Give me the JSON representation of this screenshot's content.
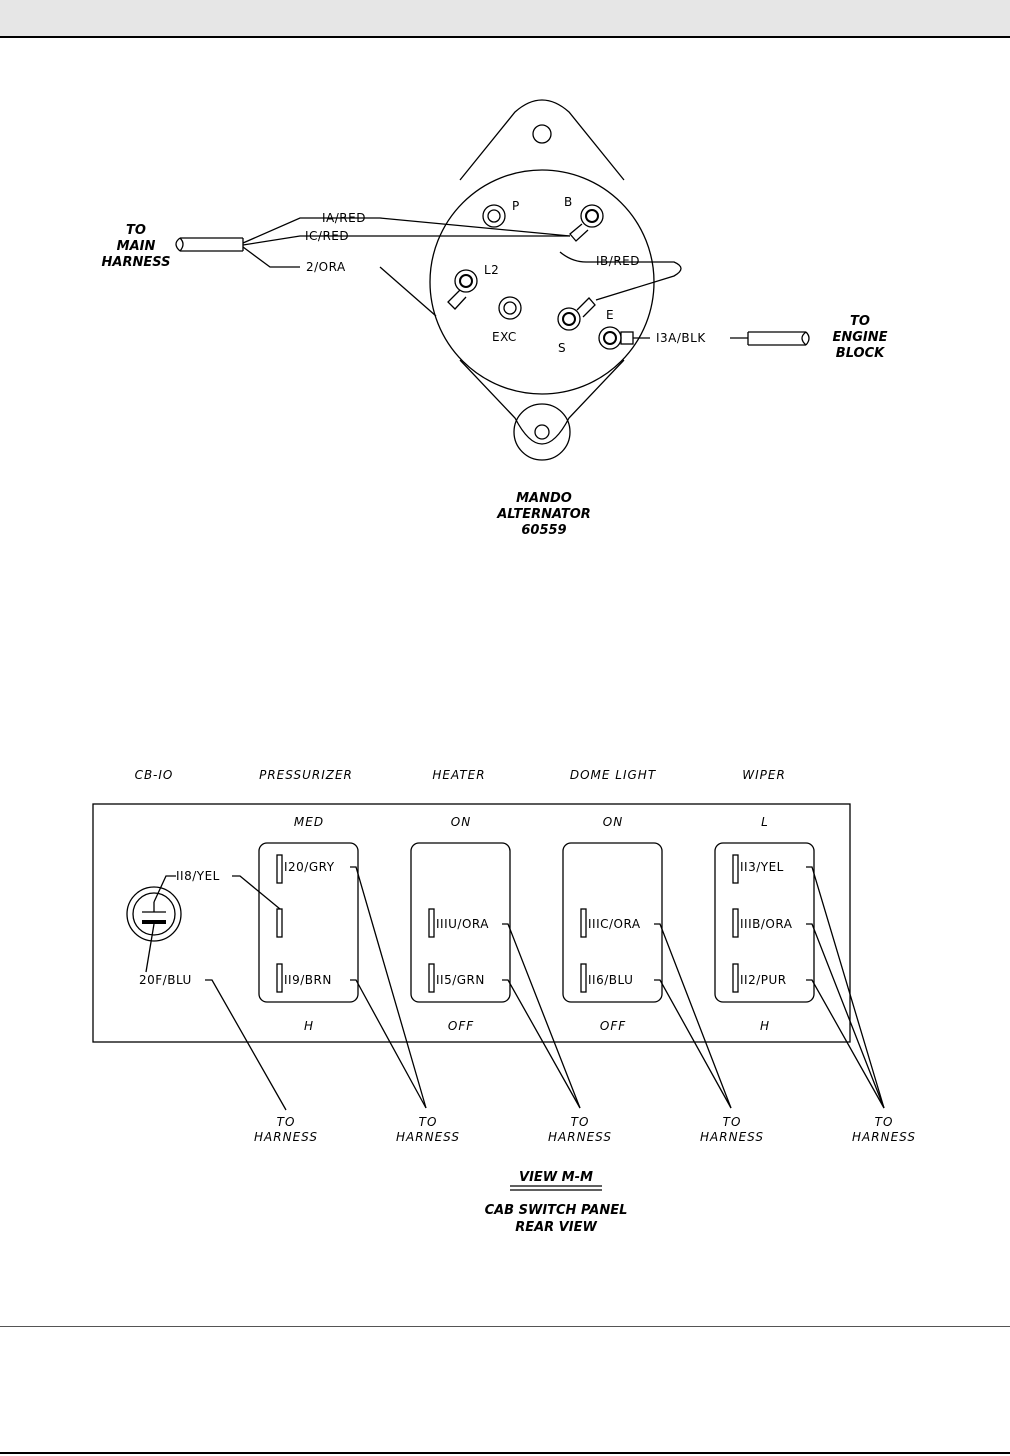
{
  "alternator": {
    "title_line1": "MANDO",
    "title_line2": "ALTERNATOR",
    "title_line3": "60559",
    "terminals": {
      "p": "P",
      "b": "B",
      "l2": "L2",
      "exc": "EXC",
      "s": "S",
      "e": "E"
    },
    "wires": {
      "w1a": "IA/RED",
      "w1c": "IC/RED",
      "w2": "2/ORA",
      "w1b": "IB/RED",
      "w13a": "I3A/BLK"
    },
    "to_main_harness": [
      "TO",
      "MAIN",
      "HARNESS"
    ],
    "to_engine_block": [
      "TO",
      "ENGINE",
      "BLOCK"
    ]
  },
  "switch_panel": {
    "headers": {
      "cb": "CB-IO",
      "pressurizer": "PRESSURIZER",
      "heater": "HEATER",
      "dome_light": "DOME LIGHT",
      "wiper": "WIPER"
    },
    "positions": {
      "pressurizer_top": "MED",
      "pressurizer_bottom": "H",
      "heater_top": "ON",
      "heater_bottom": "OFF",
      "dome_top": "ON",
      "dome_bottom": "OFF",
      "wiper_top": "L",
      "wiper_bottom": "H"
    },
    "wires": {
      "cb_top": "II8/YEL",
      "cb_bottom": "20F/BLU",
      "press_top": "I20/GRY",
      "press_bottom": "II9/BRN",
      "heater_mid": "IIIU/ORA",
      "heater_bottom": "II5/GRN",
      "dome_mid": "IIIC/ORA",
      "dome_bottom": "II6/BLU",
      "wiper_top": "II3/YEL",
      "wiper_mid": "IIIB/ORA",
      "wiper_bottom": "II2/PUR"
    },
    "to_harness": [
      "TO",
      "HARNESS"
    ],
    "view_title": "VIEW M-M",
    "caption_line1": "CAB SWITCH PANEL",
    "caption_line2": "REAR VIEW"
  }
}
